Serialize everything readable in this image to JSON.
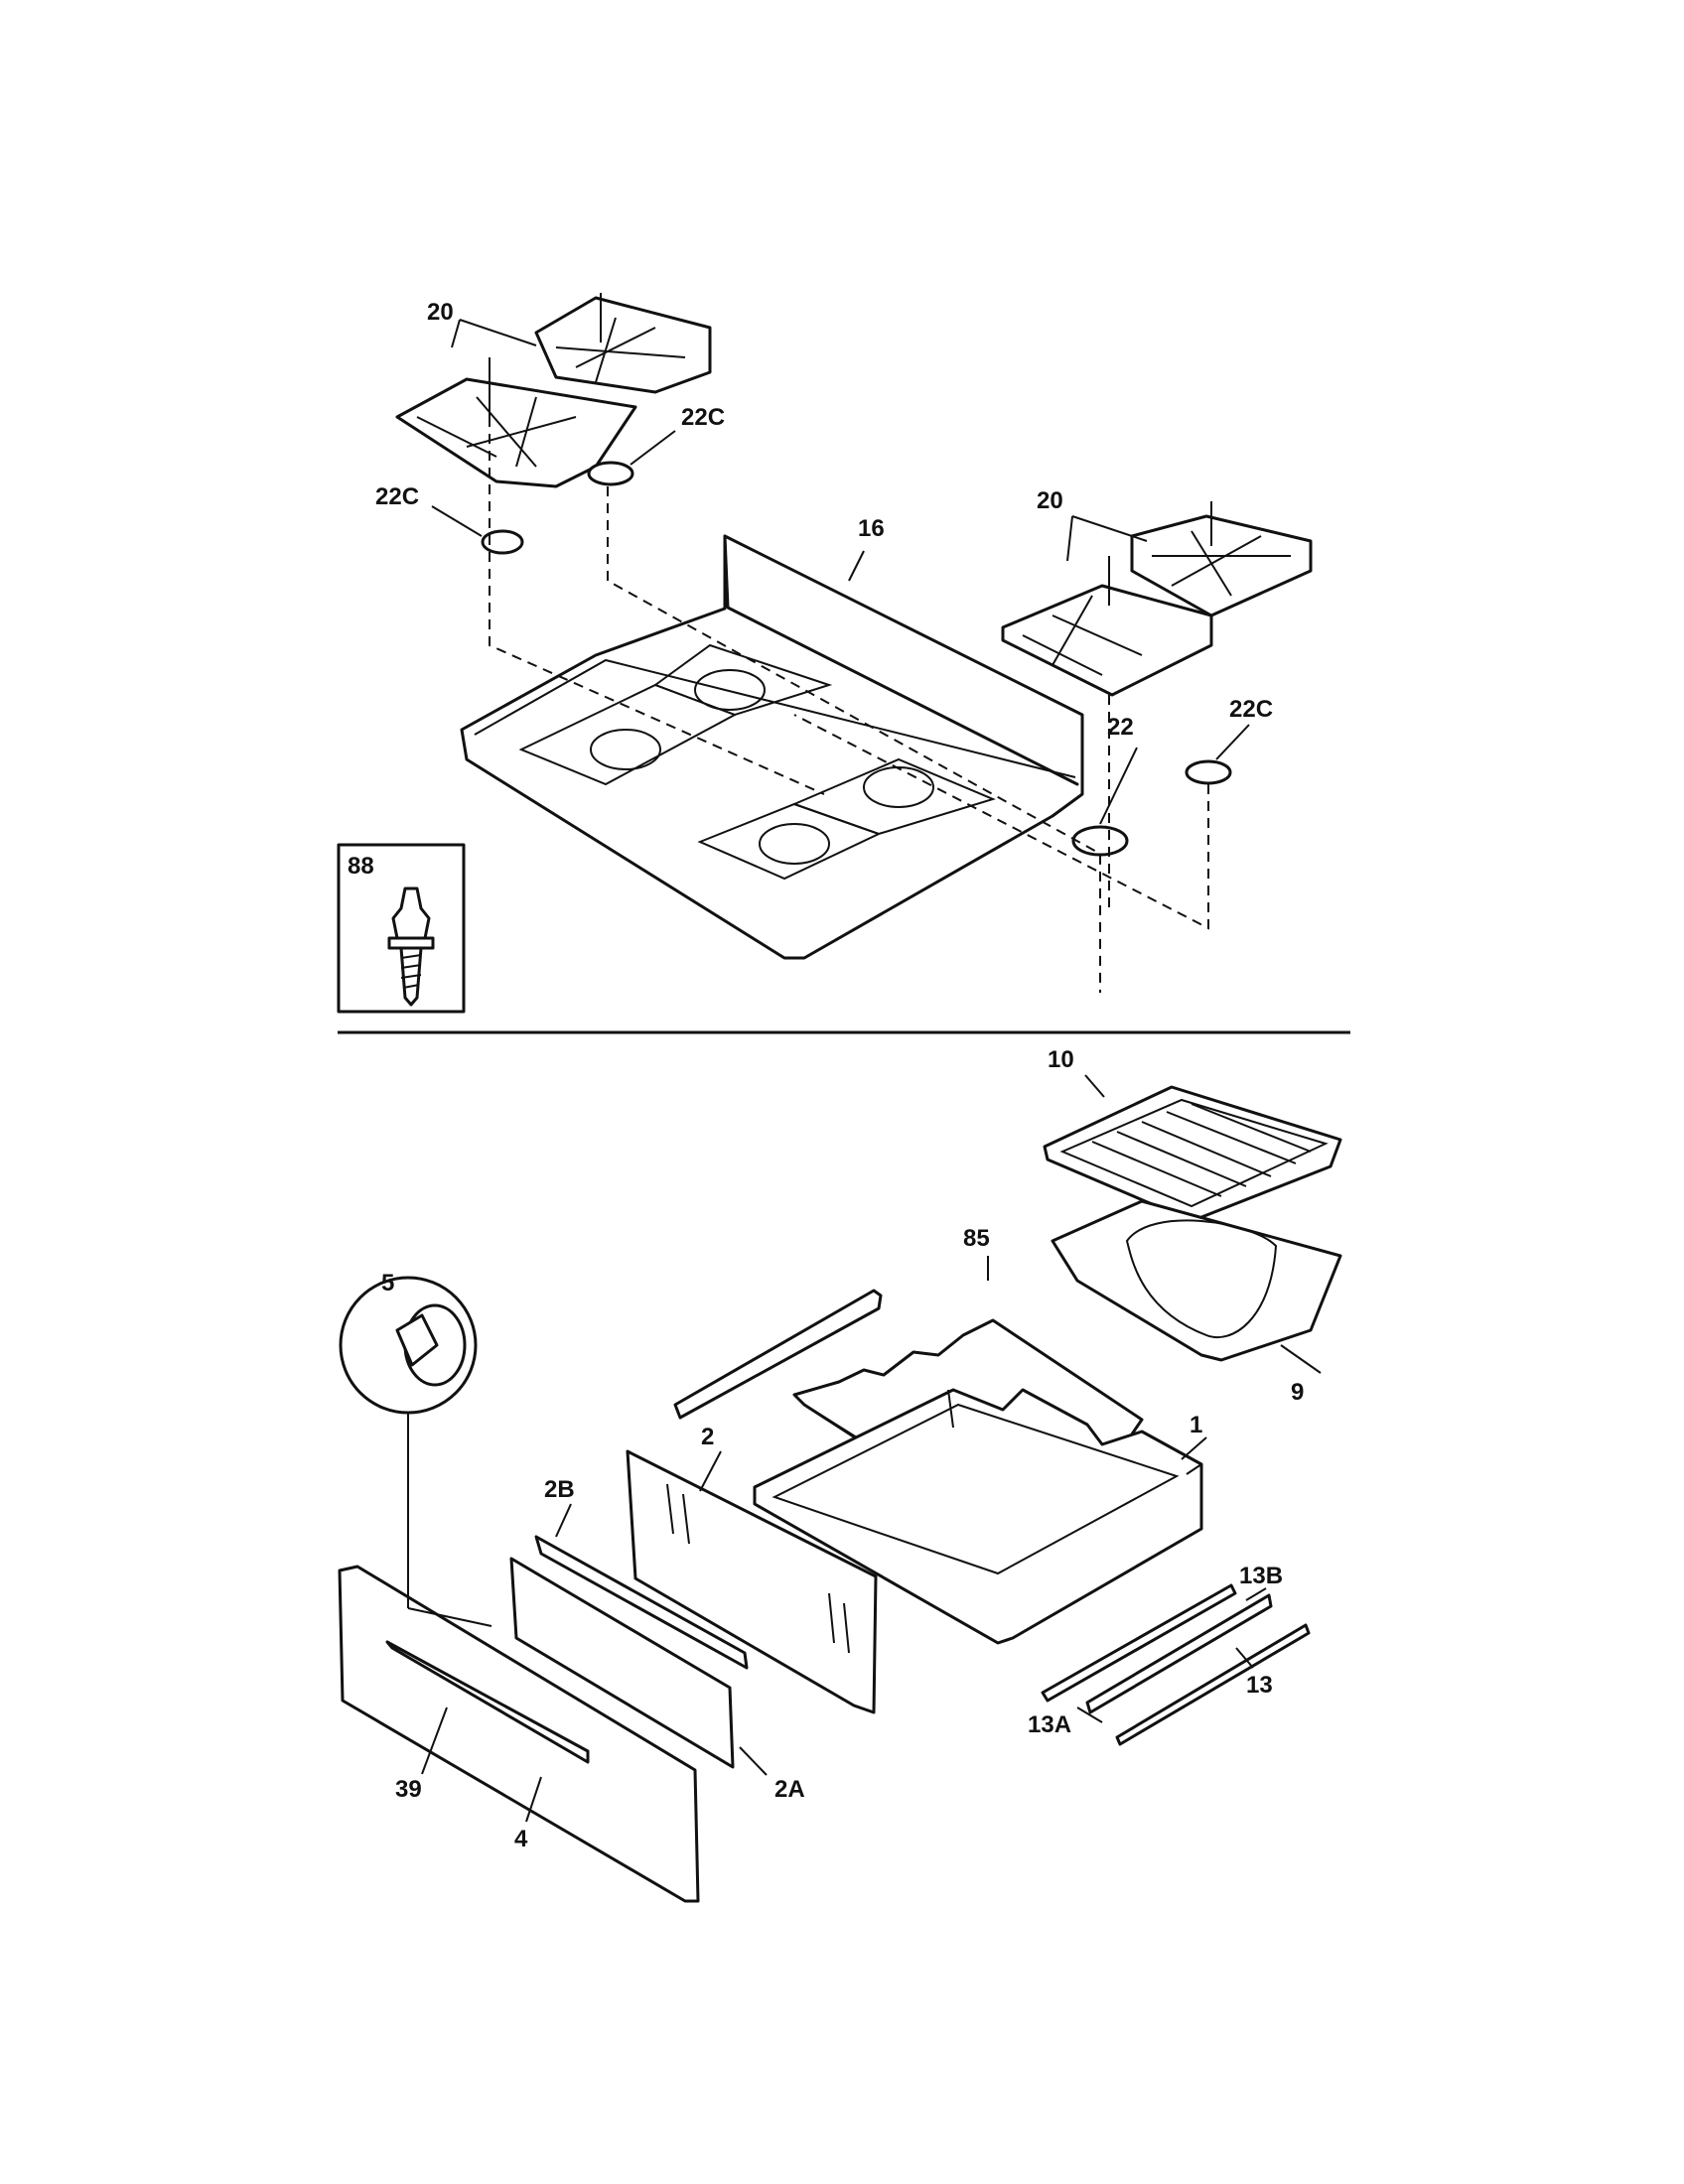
{
  "callouts": {
    "grate_left": "20",
    "grate_right": "20",
    "cap_upper": "22C",
    "cap_left": "22C",
    "cap_right": "22C",
    "cap_large": "22",
    "cooktop": "16",
    "inset_screw": "88",
    "broiler_grid": "10",
    "rack": "85",
    "broiler_pan": "9",
    "knob": "5",
    "drawer_back": "2",
    "drawer_top_trim": "2B",
    "drawer_body": "1",
    "slide_upper": "13B",
    "slide_lower": "13",
    "slide_center": "13A",
    "drawer_front_inner": "2A",
    "handle": "39",
    "drawer_front": "4"
  }
}
